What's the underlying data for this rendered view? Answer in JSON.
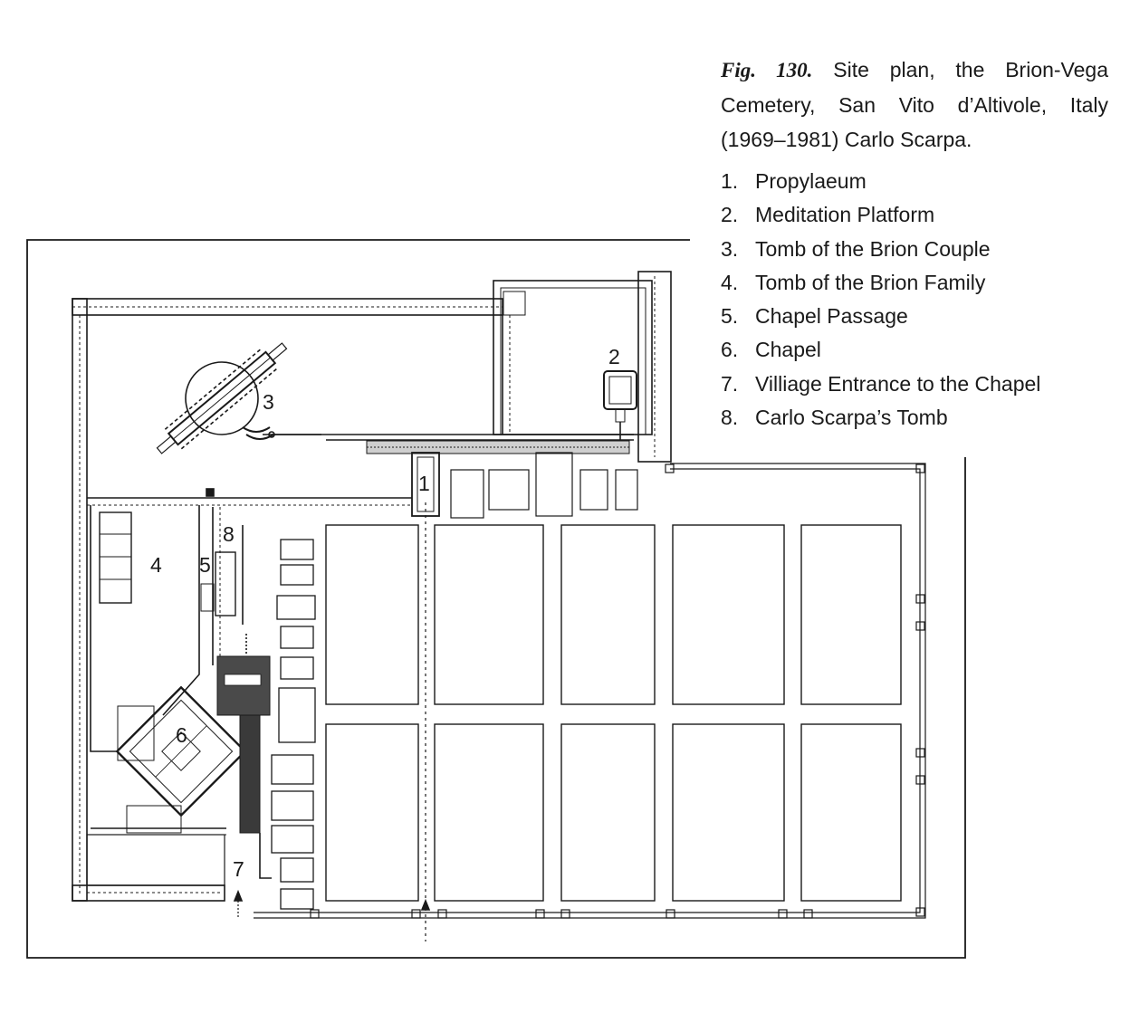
{
  "caption": {
    "fig_label": "Fig. 130.",
    "text": "Site plan, the Brion-Vega Cemetery, San Vito d’Altivole, Italy (1969–1981) Carlo Scarpa."
  },
  "legend": [
    {
      "num": "1.",
      "label": "Propylaeum"
    },
    {
      "num": "2.",
      "label": "Meditation Platform"
    },
    {
      "num": "3.",
      "label": "Tomb of the Brion Couple"
    },
    {
      "num": "4.",
      "label": "Tomb of the Brion Family"
    },
    {
      "num": "5.",
      "label": "Chapel Passage"
    },
    {
      "num": "6.",
      "label": "Chapel"
    },
    {
      "num": "7.",
      "label": "Villiage Entrance to the Chapel"
    },
    {
      "num": "8.",
      "label": "Carlo Scarpa’s Tomb"
    }
  ],
  "plan_labels": {
    "n1": "1",
    "n2": "2",
    "n3": "3",
    "n4": "4",
    "n5": "5",
    "n6": "6",
    "n7": "7",
    "n8": "8"
  }
}
